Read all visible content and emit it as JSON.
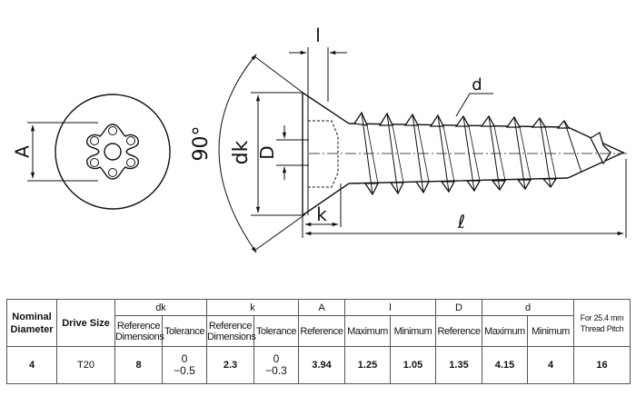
{
  "drawing": {
    "labels": {
      "A": "A",
      "angle": "90°",
      "dk": "dk",
      "D": "D",
      "l_small": "l",
      "k": "k",
      "d": "d",
      "l_length": "ℓ"
    }
  },
  "table": {
    "headers": {
      "nominal": "Nominal Diameter",
      "drive": "Drive Size",
      "dk": "dk",
      "k": "k",
      "A": "A",
      "l": "l",
      "D": "D",
      "d": "d",
      "pitch": "For 25.4 mm Thread Pitch"
    },
    "subheaders": {
      "dk_ref": "Reference Dimensions",
      "dk_tol": "Tolerance",
      "k_ref": "Reference Dimensions",
      "k_tol": "Tolerance",
      "A_ref": "Reference",
      "l_max": "Maximum",
      "l_min": "Minimum",
      "D_ref": "Reference",
      "d_max": "Maximum",
      "d_min": "Minimum"
    },
    "row": {
      "nominal": "4",
      "drive": "T20",
      "dk_ref": "8",
      "dk_tol_upper": "0",
      "dk_tol_lower": "−0.5",
      "k_ref": "2.3",
      "k_tol_upper": "0",
      "k_tol_lower": "−0.3",
      "A_ref": "3.94",
      "l_max": "1.25",
      "l_min": "1.05",
      "D_ref": "1.35",
      "d_max": "4.15",
      "d_min": "4",
      "pitch": "16"
    }
  }
}
